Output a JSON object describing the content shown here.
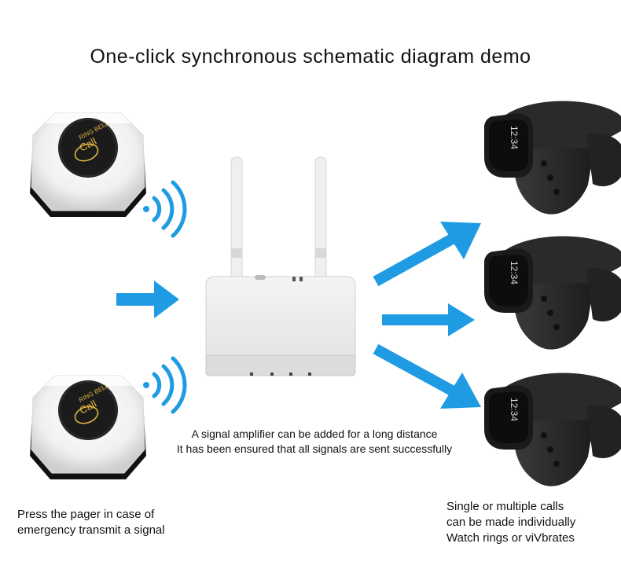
{
  "diagram": {
    "title": "One-click synchronous schematic diagram demo",
    "pager": {
      "brand": "RING BELL",
      "button_label": "Call"
    },
    "watch": {
      "display_time": "12:34"
    },
    "captions": {
      "left": [
        "Press the pager in case of",
        "emergency transmit a signal"
      ],
      "center": [
        "A signal amplifier can be added for a long distance",
        "It has been ensured that all signals are sent successfully"
      ],
      "right": [
        "Single or multiple calls",
        "can be made individually",
        "Watch rings or viVbrates"
      ]
    },
    "colors": {
      "arrow": "#1e9be3",
      "pager_cap": "#1b1b1b",
      "pager_accent": "#e0b340",
      "watch": "#262626"
    }
  }
}
